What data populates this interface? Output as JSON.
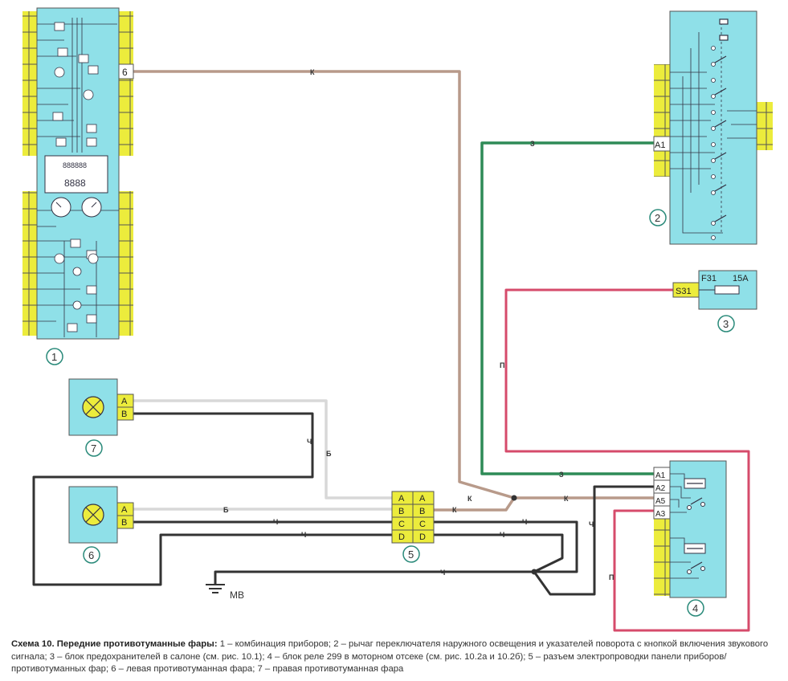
{
  "colors": {
    "panel": "#8fe0e8",
    "pin": "#ecec3c",
    "wire_black": "#333333",
    "wire_brown": "#b89a8a",
    "wire_white": "#d8d8d8",
    "wire_green": "#2e8b57",
    "wire_pink": "#d64b6b",
    "callout": "#2a8a7a"
  },
  "components": {
    "instrument_cluster": {
      "number": "1",
      "pin_label": "6"
    },
    "light_switch_lever": {
      "number": "2",
      "pin_label": "A1"
    },
    "fuse_block": {
      "number": "3",
      "terminal": "S31",
      "fuse": "F31",
      "rating": "15A"
    },
    "relay_block": {
      "number": "4",
      "pins": [
        "A1",
        "A2",
        "A5",
        "A3"
      ]
    },
    "connector": {
      "number": "5",
      "rows": [
        [
          "A",
          "A"
        ],
        [
          "B",
          "B"
        ],
        [
          "C",
          "C"
        ],
        [
          "D",
          "D"
        ]
      ]
    },
    "left_fog_lamp": {
      "number": "6",
      "pins": [
        "A",
        "B"
      ]
    },
    "right_fog_lamp": {
      "number": "7",
      "pins": [
        "A",
        "B"
      ]
    }
  },
  "wire_labels": {
    "k": "К",
    "z": "З",
    "p": "П",
    "b": "Б",
    "ch": "Ч"
  },
  "ground": {
    "label": "MB"
  },
  "cluster_display": {
    "odometer": "888888",
    "trip": "8888"
  },
  "caption": {
    "title": "Схема 10. Передние противотуманные фары:",
    "text": " 1 – комбинация приборов; 2 – рычаг переключателя наружного освещения и указателей поворота с кнопкой включения звукового сигнала; 3 – блок предохранителей в салоне (см. рис. 10.1); 4 – блок реле 299 в моторном отсеке (см. рис. 10.2а и 10.2б); 5 – разъем электропроводки панели приборов/противотуманных фар; 6 – левая противотуманная фара; 7 – правая противотуманная фара"
  }
}
